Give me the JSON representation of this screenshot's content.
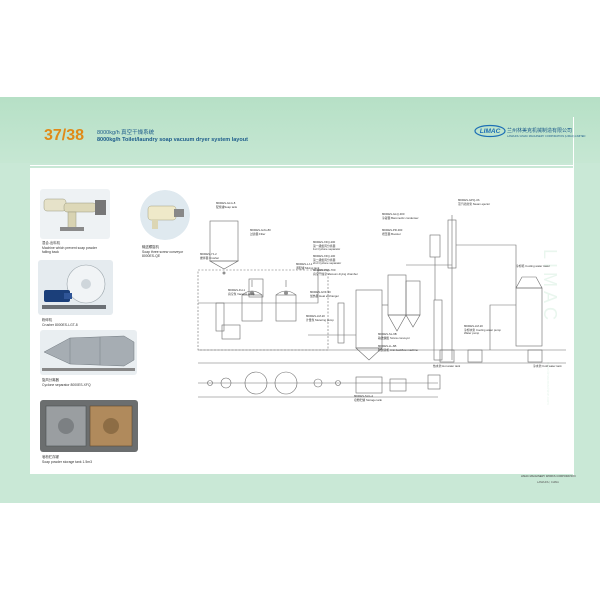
{
  "header": {
    "page_number": "37/38",
    "title_cn": "8000kg/h 真空干燥系统",
    "title_en": "8000kg/h Toilet/laundry soap vacuum dryer system layout"
  },
  "company": {
    "name_cn": "兰州林美克机械制造有限公司",
    "name_en": "LANZHOU LIMAC MACHINERY CORPORATION (LIMAC) LIMITED",
    "logo_text": "LIMAC"
  },
  "side_brand": {
    "text": "LIMAC",
    "url": "www.limacmachine.com"
  },
  "photos": [
    {
      "cn": "混合-出料机",
      "en_line1": "Machine which prevent soap powder",
      "en_line2": "falling back"
    },
    {
      "cn": "输送螺旋机",
      "en_line1": "Soap three screw conveyor",
      "en_line2": "8000ES-QE"
    },
    {
      "cn": "粉碎机",
      "en_line1": "Crusher 8000ES-LGT-8",
      "en_line2": ""
    },
    {
      "cn": "旋风分离器",
      "en_line1": "Cyclone separator 8000ES-XFQ",
      "en_line2": ""
    },
    {
      "cn": "皂粉贮存罐",
      "en_line1": "Soap powder storage tank 1.5m3",
      "en_line2": ""
    }
  ],
  "diagram_labels": {
    "l1": [
      "8000ES-GLG-8",
      "配浆罐Soap tank"
    ],
    "l2": [
      "8000ES-GJG-80",
      "过滤器 Filter"
    ],
    "l3": [
      "8000ES-YJ-2",
      "搅拌器 Crusher"
    ],
    "l4": [
      "8000ES-LJ-1",
      "调配罐 Mixing tank"
    ],
    "l5": [
      "8000ES-FH-1",
      "真空泵 Vacuum pump"
    ],
    "l6": [
      "8000ES-GXF-90",
      "加热器 Heat exchanger"
    ],
    "l7": [
      "8000ES-LM-20",
      "计量泵 Metering pump"
    ],
    "l8": [
      "8000ES-XFQ-200",
      "第一级旋风分离器",
      "1st Cyclone separator"
    ],
    "l9": [
      "8000ES-XFQ-100",
      "第二级旋风分离器",
      "2nd Cyclone separator"
    ],
    "l10": [
      "8000ES-VGS-700",
      "真空干燥室 Vacuum drying chamber"
    ],
    "l11": [
      "8000ES-GLQ-300",
      "冷凝器 Barometric condenser"
    ],
    "l12": [
      "8000ES-PR-300",
      "增压器 Booster"
    ],
    "l13": [
      "8000ES-GPQ-4S",
      "蒸汽喷射泵 Steam ejector"
    ],
    "l14": [
      "8000ES-SL-6B",
      "输送螺旋 Screw conveyor"
    ],
    "l15": [
      "8000ES-LL-6B",
      "防倒流机 Anti-backflow machine"
    ],
    "l16": [
      "冷却塔 Cooling water tower"
    ],
    "l17": [
      "热水池 Hot water tank"
    ],
    "l18": [
      "冷水池 Cold water tank"
    ],
    "l19": [
      "8000ES-LM-20",
      "冷却水泵 Cooling water pump",
      "Water pump"
    ],
    "l20": [
      "8000ES-SLG-4",
      "皂粉贮罐 Storage tank"
    ]
  },
  "footer": {
    "company_en": "LIMAC MACHINERY WORKS CORPORATION",
    "city": "LANZHOU, CHINA"
  },
  "colors": {
    "page_bg": "#c9e8d6",
    "header_band": "#b6e0c6",
    "page_number": "#e08a18",
    "title_text": "#1b5a8a",
    "brand": "#1d6fb5",
    "diagram_line": "#6c6c6c"
  }
}
